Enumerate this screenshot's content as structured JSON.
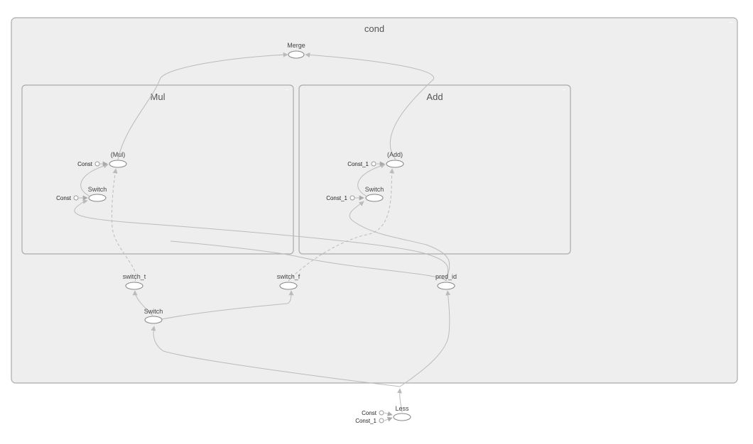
{
  "groups": {
    "cond": {
      "title": "cond",
      "collapse": "−"
    },
    "mul": {
      "title": "Mul",
      "collapse": "−"
    },
    "add": {
      "title": "Add",
      "collapse": "−"
    }
  },
  "nodes": {
    "merge": "Merge",
    "mul_op": "(Mul)",
    "add_op": "(Add)",
    "mul_switch": "Switch",
    "add_switch": "Switch",
    "switch_t": "switch_t",
    "switch_f": "switch_f",
    "pred_id": "pred_id",
    "cond_switch": "Switch",
    "less": "Less"
  },
  "constants": {
    "mul_const_a": "Const",
    "mul_const_b": "Const",
    "add_const_a": "Const_1",
    "add_const_b": "Const_1",
    "less_const": "Const",
    "less_const_1": "Const_1"
  }
}
